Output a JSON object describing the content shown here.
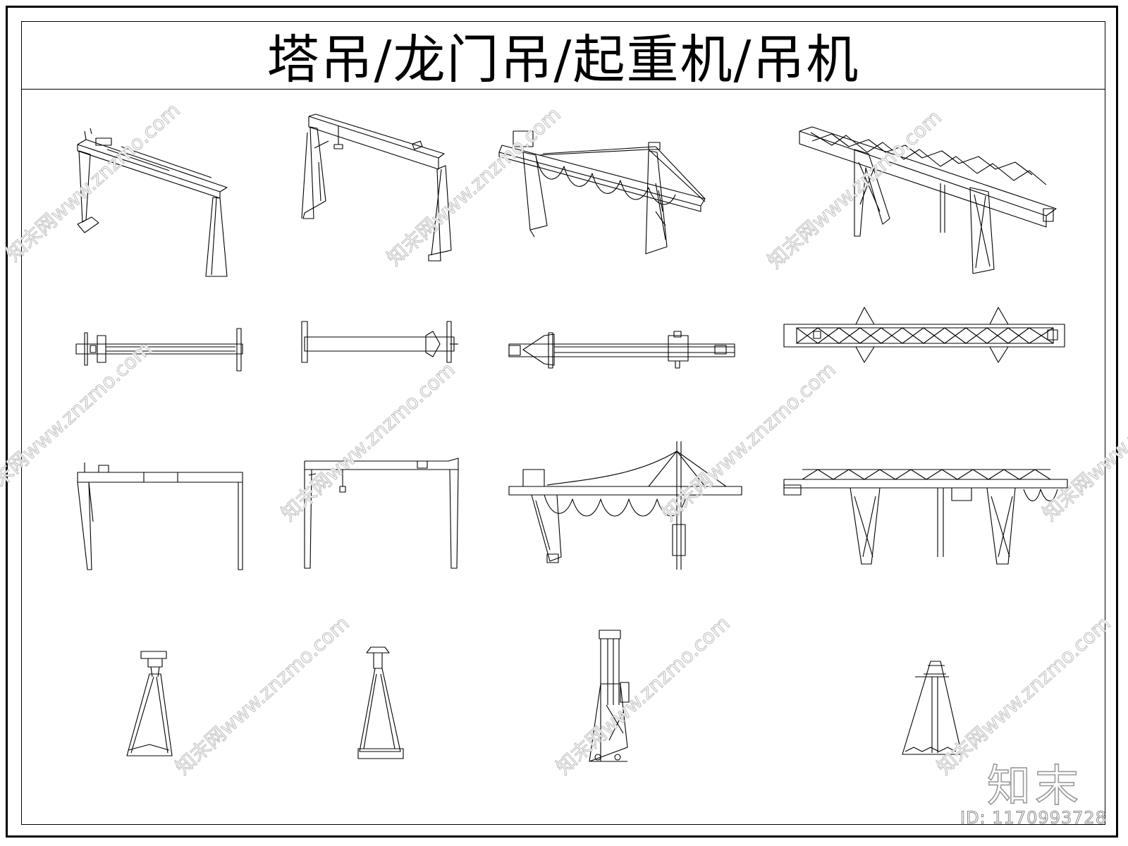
{
  "title": "塔吊/龙门吊/起重机/吊机",
  "watermark": {
    "text": "知末网www.znzmo.com",
    "color": "#c8c8c8"
  },
  "logo": {
    "text": "知末"
  },
  "id_label": "ID: 1170993728",
  "drawing_views": [
    "gantry-crane-isometric-1",
    "gantry-crane-isometric-2",
    "shipyard-crane-isometric",
    "truss-gantry-crane-isometric",
    "gantry-crane-plan-1",
    "gantry-crane-plan-2",
    "shipyard-crane-plan",
    "truss-gantry-crane-plan",
    "gantry-crane-elevation-1",
    "gantry-crane-elevation-2",
    "shipyard-crane-elevation",
    "truss-gantry-crane-elevation",
    "gantry-crane-side-1",
    "gantry-crane-side-2",
    "shipyard-crane-side",
    "truss-gantry-crane-side"
  ]
}
